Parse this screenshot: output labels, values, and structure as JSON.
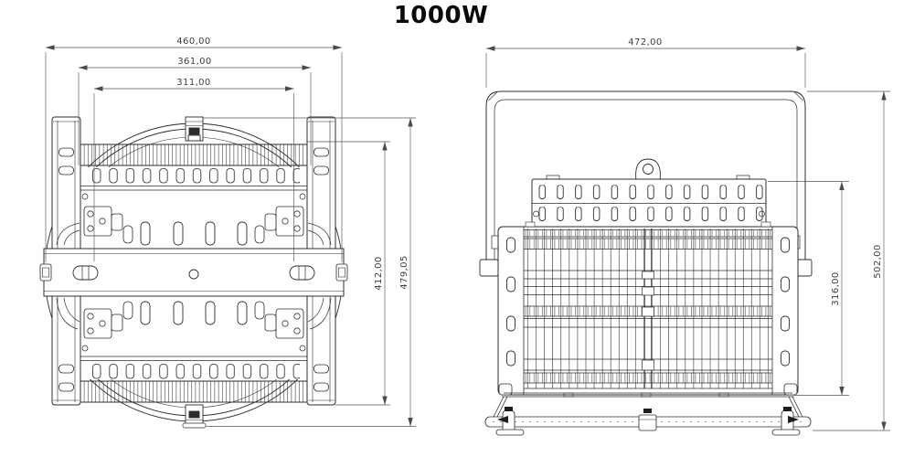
{
  "title": "1000W",
  "views": {
    "top_view": {
      "dims": {
        "width_overall": "460,00",
        "width_body": "361,00",
        "width_inner": "311,00",
        "height_body": "412,00",
        "height_overall": "479,05"
      }
    },
    "rear_view": {
      "dims": {
        "width_overall": "472,00",
        "height_body": "316,00",
        "height_overall": "502,00"
      }
    }
  },
  "colors": {
    "line": "#2c2c2c",
    "dimension": "#4a4a4a",
    "background": "#ffffff"
  }
}
